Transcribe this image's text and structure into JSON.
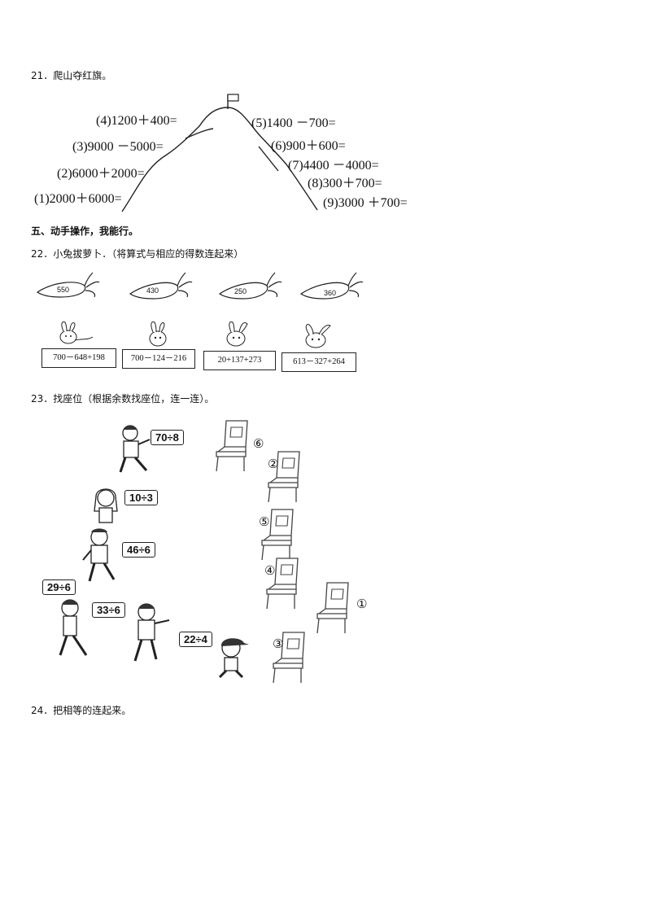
{
  "q21": {
    "title": "21．爬山夺红旗。",
    "equations": [
      "(4)1200＋400=",
      "(3)9000 －5000=",
      "(2)6000＋2000=",
      "(1)2000＋6000=",
      "(5)1400 －700=",
      "(6)900＋600=",
      "(7)4400 －4000=",
      "(8)300＋700=",
      "(9)3000 ＋700="
    ]
  },
  "section5": {
    "title": "五、动手操作，我能行。"
  },
  "q22": {
    "title": "22．小兔拔萝卜．（将算式与相应的得数连起来）",
    "carrots": [
      "550",
      "430",
      "250",
      "360"
    ],
    "expressions": [
      "700－648+198",
      "700－124－216",
      "20+137+273",
      "613－327+264"
    ]
  },
  "q23": {
    "title": "23．找座位（根据余数找座位，连一连）。",
    "divisions": [
      "70÷8",
      "10÷3",
      "46÷6",
      "29÷6",
      "33÷6",
      "22÷4"
    ],
    "seats": [
      "⑥",
      "②",
      "⑤",
      "④",
      "①",
      "③"
    ]
  },
  "q24": {
    "title": "24．把相等的连起来。"
  }
}
